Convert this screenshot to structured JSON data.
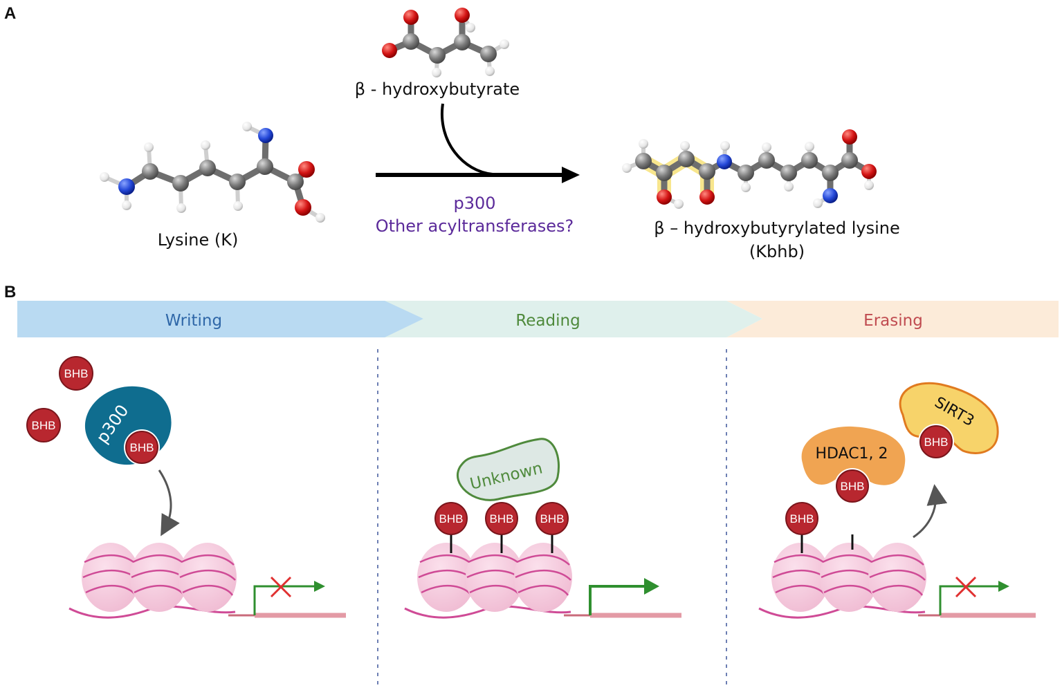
{
  "panels": {
    "a": "A",
    "b": "B"
  },
  "panel_a": {
    "lysine_label": "Lysine (K)",
    "bhb_label": "β - hydroxybutyrate",
    "enzyme_label": "p300",
    "enzyme_other": "Other acyltransferases?",
    "product_label_line1": "β – hydroxybutyrylated lysine",
    "product_label_line2": "(Kbhb)"
  },
  "panel_b": {
    "stages": [
      "Writing",
      "Reading",
      "Erasing"
    ],
    "writer": "p300",
    "reader": "Unknown",
    "erasers": [
      "HDAC1, 2",
      "SIRT3"
    ],
    "mark": "BHB"
  },
  "colors": {
    "writing_band": "#b9daf2",
    "reading_band": "#dff0ec",
    "erasing_band": "#fcebd9",
    "writing_text": "#2f67a8",
    "reading_text": "#4f8a3c",
    "erasing_text": "#c04b50",
    "bhb_fill": "#b8272f",
    "p300_fill": "#0f6d8f",
    "hdac_fill": "#f0a452",
    "sirt3_fill": "#f7d36a",
    "unknown_fill": "#dde8e4",
    "unknown_stroke": "#4f8a3c",
    "nucleosome": "#f6c8dc",
    "dna": "#cf4b96",
    "transcription_arrow": "#2f8f2f",
    "block_x": "#e03030"
  },
  "icons": [
    "ball-and-stick-molecule",
    "reaction-arrow",
    "transcription-arrow",
    "red-x-icon",
    "nucleosome"
  ]
}
